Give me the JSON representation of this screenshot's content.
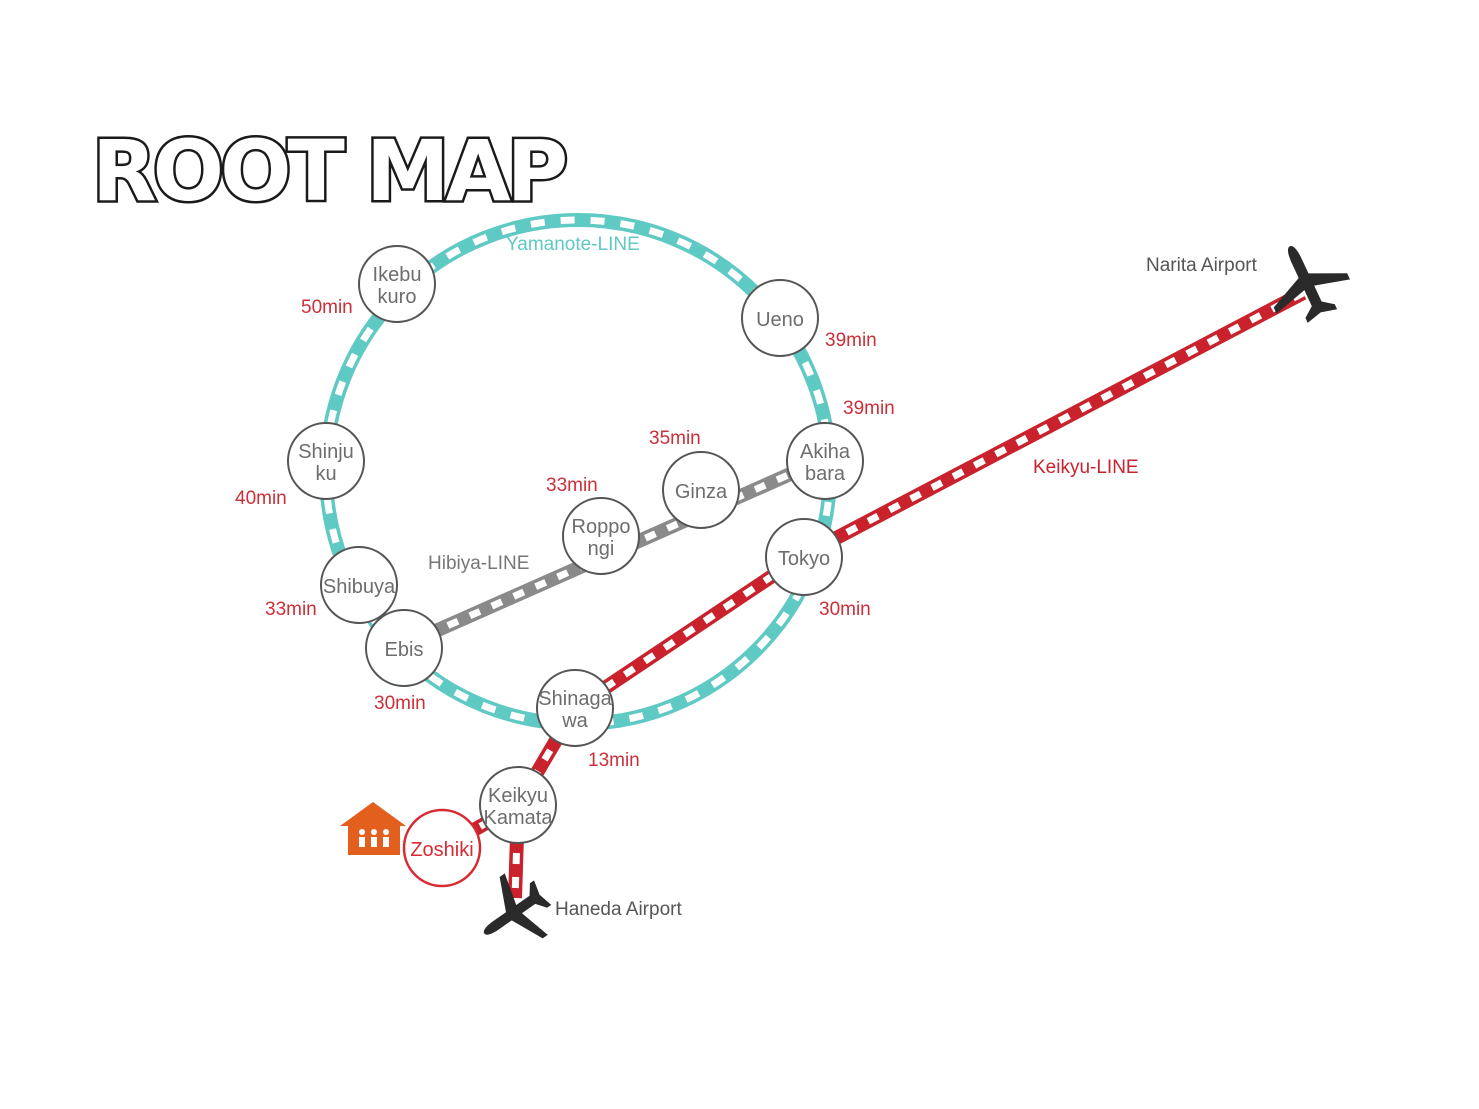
{
  "title": "ROOT MAP",
  "colors": {
    "yamanote": "#5fc9c4",
    "keikyu": "#c9222d",
    "hibiya": "#8a8a8a",
    "time": "#cc2f38",
    "home": "#e35f1e"
  },
  "lines": {
    "yamanote": "Yamanote-LINE",
    "hibiya": "Hibiya-LINE",
    "keikyu": "Keikyu-LINE"
  },
  "stations": {
    "ikebukuro": [
      "Ikebu",
      "kuro"
    ],
    "ueno": [
      "Ueno"
    ],
    "shinjuku": [
      "Shinju",
      "ku"
    ],
    "akihabara": [
      "Akiha",
      "bara"
    ],
    "ginza": [
      "Ginza"
    ],
    "roppongi": [
      "Roppo",
      "ngi"
    ],
    "tokyo": [
      "Tokyo"
    ],
    "shibuya": [
      "Shibuya"
    ],
    "ebis": [
      "Ebis"
    ],
    "shinagawa": [
      "Shinaga",
      "wa"
    ],
    "keikyu_kamata": [
      "Keikyu",
      "Kamata"
    ],
    "zoshiki": [
      "Zoshiki"
    ]
  },
  "times": {
    "ikebukuro": "50min",
    "ueno": "39min",
    "akihabara": "39min",
    "ginza": "35min",
    "roppongi": "33min",
    "shinjuku": "40min",
    "shibuya": "33min",
    "tokyo": "30min",
    "ebis": "30min",
    "shinagawa": "13min"
  },
  "airports": {
    "narita": "Narita Airport",
    "haneda": "Haneda Airport"
  },
  "icons": {
    "airport": "airplane-icon",
    "home": "house-icon"
  }
}
